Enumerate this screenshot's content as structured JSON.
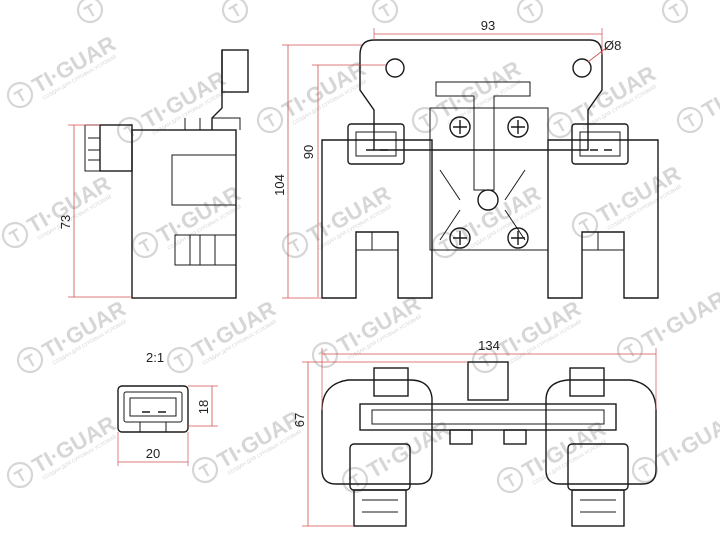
{
  "watermark": {
    "brand": "TI·GUAR",
    "tagline": "СОЗДАН ДЛЯ СУРОВЫХ УСЛОВИЙ"
  },
  "dimensions": {
    "side_height": "73",
    "front_width": "93",
    "hole_diameter": "Ø8",
    "front_inner_height": "90",
    "front_total_height": "104",
    "scale": "2:1",
    "connector_width": "20",
    "connector_height": "18",
    "bottom_width": "134",
    "bottom_height": "67"
  },
  "colors": {
    "outline": "#1a1a1a",
    "dimension": "#d05050",
    "watermark": "#d6d6d6"
  }
}
